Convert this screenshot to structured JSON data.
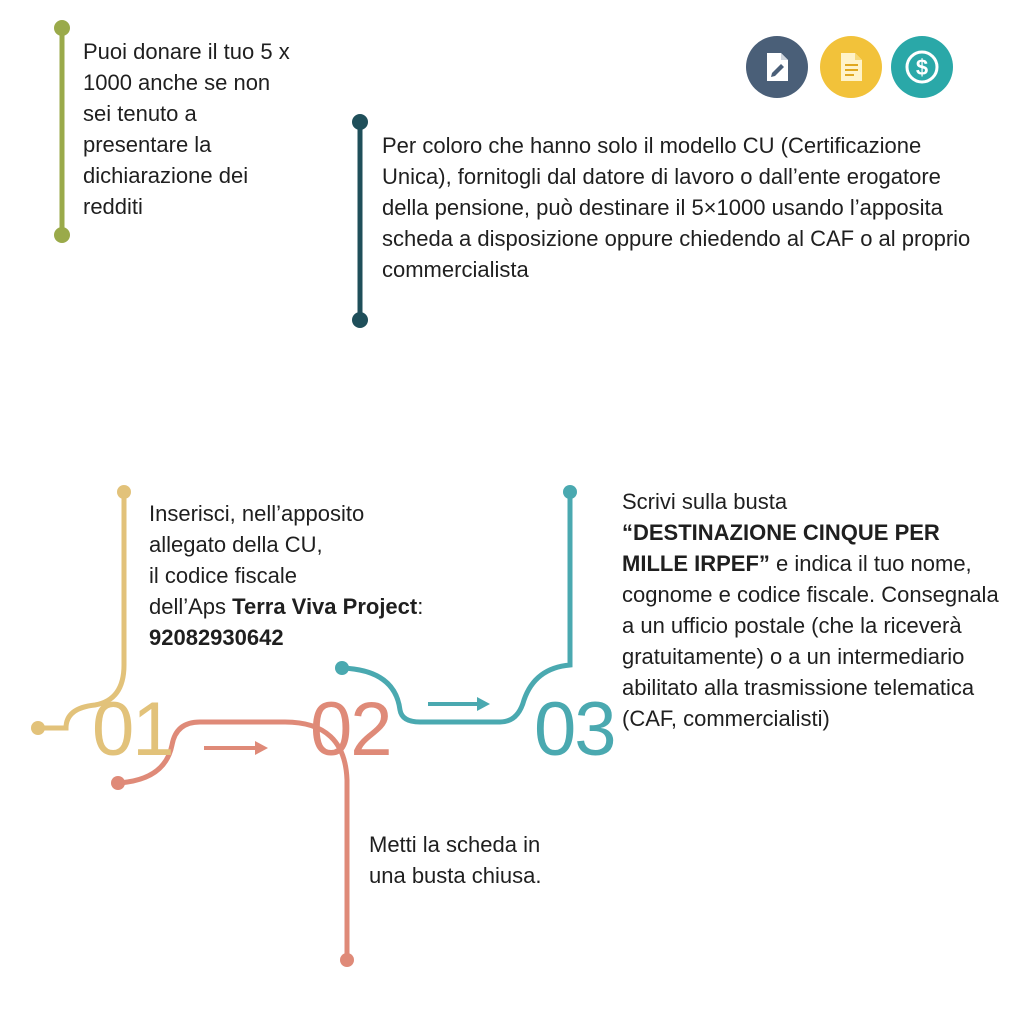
{
  "intro": {
    "left_text": "Puoi donare il tuo 5 x 1000 anche se non sei tenuto a presentare la dichiarazione dei redditi",
    "right_text": "Per coloro che hanno solo il modello CU (Certificazione Unica), fornitogli dal datore di lavoro o dall’ente erogatore della pensione, può destinare il 5×1000 usando l’apposita scheda a disposizione oppure chiedendo al CAF o al proprio commercialista"
  },
  "icons": [
    {
      "name": "document-edit-icon",
      "color": "#4a5f78"
    },
    {
      "name": "document-icon",
      "color": "#f2c23a"
    },
    {
      "name": "dollar-icon",
      "color": "#2aa8a8"
    }
  ],
  "steps": [
    {
      "number": "01",
      "color": "#e2c27a",
      "text_lines": [
        "Inserisci, nell’apposito",
        "allegato della CU,",
        "il codice fiscale"
      ],
      "line4_prefix": "dell’Aps ",
      "org_name": "Terra Viva Project",
      "line4_suffix": ":",
      "fiscal_code": "92082930642"
    },
    {
      "number": "02",
      "color": "#df8a78",
      "text": "Metti la scheda in una busta chiusa."
    },
    {
      "number": "03",
      "color": "#4aa9b0",
      "lead": "Scrivi sulla busta",
      "open_quote": "“",
      "bold_text": "DESTINAZIONE CINQUE PER MILLE IRPEF”",
      "rest": " e indica il tuo nome, cognome e codice fiscale. Consegnala a un ufficio postale (che la riceverà gratuitamente) o a un intermediario abilitato alla trasmissione telematica (CAF, commercialisti)"
    }
  ],
  "colors": {
    "green_line": "#9aaa4a",
    "navy_line": "#1f4f5a"
  }
}
